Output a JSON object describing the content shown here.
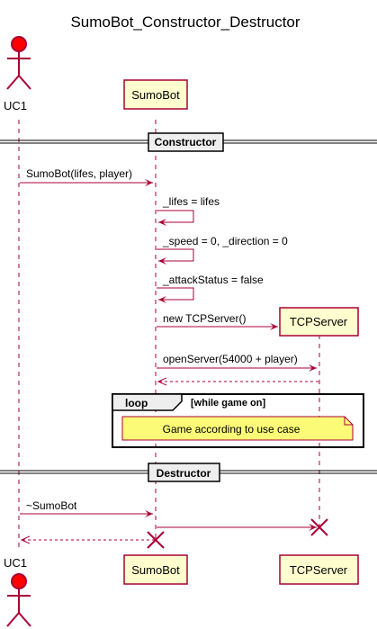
{
  "title": "SumoBot_Constructor_Destructor",
  "actor": {
    "name": "UC1"
  },
  "participants": {
    "sumobot": "SumoBot",
    "tcpserver": "TCPServer"
  },
  "dividers": {
    "constructor": "Constructor",
    "destructor": "Destructor"
  },
  "messages": {
    "m1": "SumoBot(lifes, player)",
    "m2": "_lifes = lifes",
    "m3": "_speed = 0, _direction = 0",
    "m4": "_attackStatus = false",
    "m5": "new TCPServer()",
    "m6": "openServer(54000 + player)",
    "m7": "~SumoBot"
  },
  "loop": {
    "keyword": "loop",
    "condition": "[while game on]"
  },
  "note": {
    "text": "Game according to use case"
  },
  "colors": {
    "arrow": "#a80036",
    "participant_fill": "#fefece",
    "actor_fill": "#ff0000",
    "divider_fill": "#eeeeee",
    "note_fill": "#fbfb77"
  }
}
